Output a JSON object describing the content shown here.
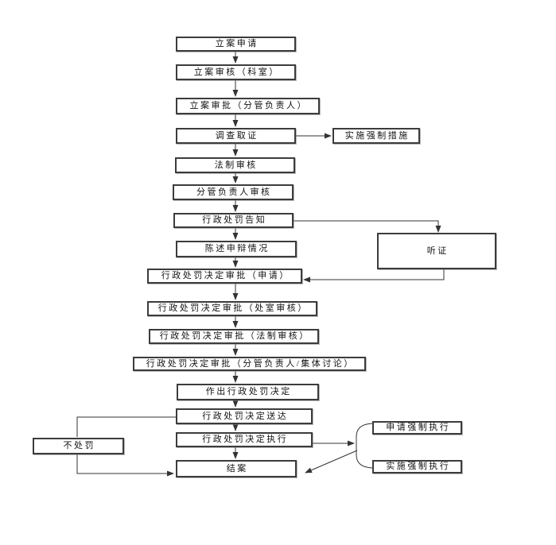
{
  "diagram": {
    "background_color": "#ffffff",
    "line_color": "#333333",
    "box_border_color": "#3c3c3c",
    "text_color": "#111111",
    "nodes": {
      "filing_application": {
        "label": "立案申请"
      },
      "filing_review": {
        "label": "立案审核（科室）"
      },
      "filing_approval": {
        "label": "立案审批（分管负责人）"
      },
      "investigation": {
        "label": "调查取证"
      },
      "enforce_measures": {
        "label": "实施强制措施"
      },
      "legal_review": {
        "label": "法制审核"
      },
      "leader_review": {
        "label": "分管负责人审核"
      },
      "penalty_notice": {
        "label": "行政处罚告知"
      },
      "statement_defense": {
        "label": "陈述申辩情况"
      },
      "hearing": {
        "label": "听证"
      },
      "approval_application": {
        "label": "行政处罚决定审批（申请）"
      },
      "approval_office": {
        "label": "行政处罚决定审批（处室审核）"
      },
      "approval_legal": {
        "label": "行政处罚决定审批（法制审核）"
      },
      "approval_collective": {
        "label": "行政处罚决定审批（分管负责人/集体讨论）"
      },
      "make_decision": {
        "label": "作出行政处罚决定"
      },
      "delivery": {
        "label": "行政处罚决定送达"
      },
      "execution": {
        "label": "行政处罚决定执行"
      },
      "closure": {
        "label": "结案"
      },
      "no_penalty": {
        "label": "不处罚"
      },
      "apply_enforcement": {
        "label": "申请强制执行"
      },
      "implement_enforcement": {
        "label": "实施强制执行"
      }
    },
    "edges": [
      {
        "from": "filing_application",
        "to": "filing_review"
      },
      {
        "from": "filing_review",
        "to": "filing_approval"
      },
      {
        "from": "filing_approval",
        "to": "investigation"
      },
      {
        "from": "investigation",
        "to": "enforce_measures"
      },
      {
        "from": "investigation",
        "to": "legal_review"
      },
      {
        "from": "legal_review",
        "to": "leader_review"
      },
      {
        "from": "leader_review",
        "to": "penalty_notice"
      },
      {
        "from": "penalty_notice",
        "to": "statement_defense"
      },
      {
        "from": "penalty_notice",
        "to": "hearing"
      },
      {
        "from": "statement_defense",
        "to": "approval_application"
      },
      {
        "from": "hearing",
        "to": "approval_application"
      },
      {
        "from": "approval_application",
        "to": "approval_office"
      },
      {
        "from": "approval_office",
        "to": "approval_legal"
      },
      {
        "from": "approval_legal",
        "to": "approval_collective"
      },
      {
        "from": "approval_collective",
        "to": "make_decision"
      },
      {
        "from": "make_decision",
        "to": "delivery"
      },
      {
        "from": "delivery",
        "to": "execution"
      },
      {
        "from": "execution",
        "to": "closure"
      },
      {
        "from": "delivery",
        "to": "no_penalty"
      },
      {
        "from": "no_penalty",
        "to": "closure"
      },
      {
        "from": "execution",
        "to": "apply_enforcement"
      },
      {
        "from": "execution",
        "to": "implement_enforcement"
      },
      {
        "from": "apply_enforcement",
        "to": "closure"
      },
      {
        "from": "implement_enforcement",
        "to": "closure"
      }
    ]
  }
}
